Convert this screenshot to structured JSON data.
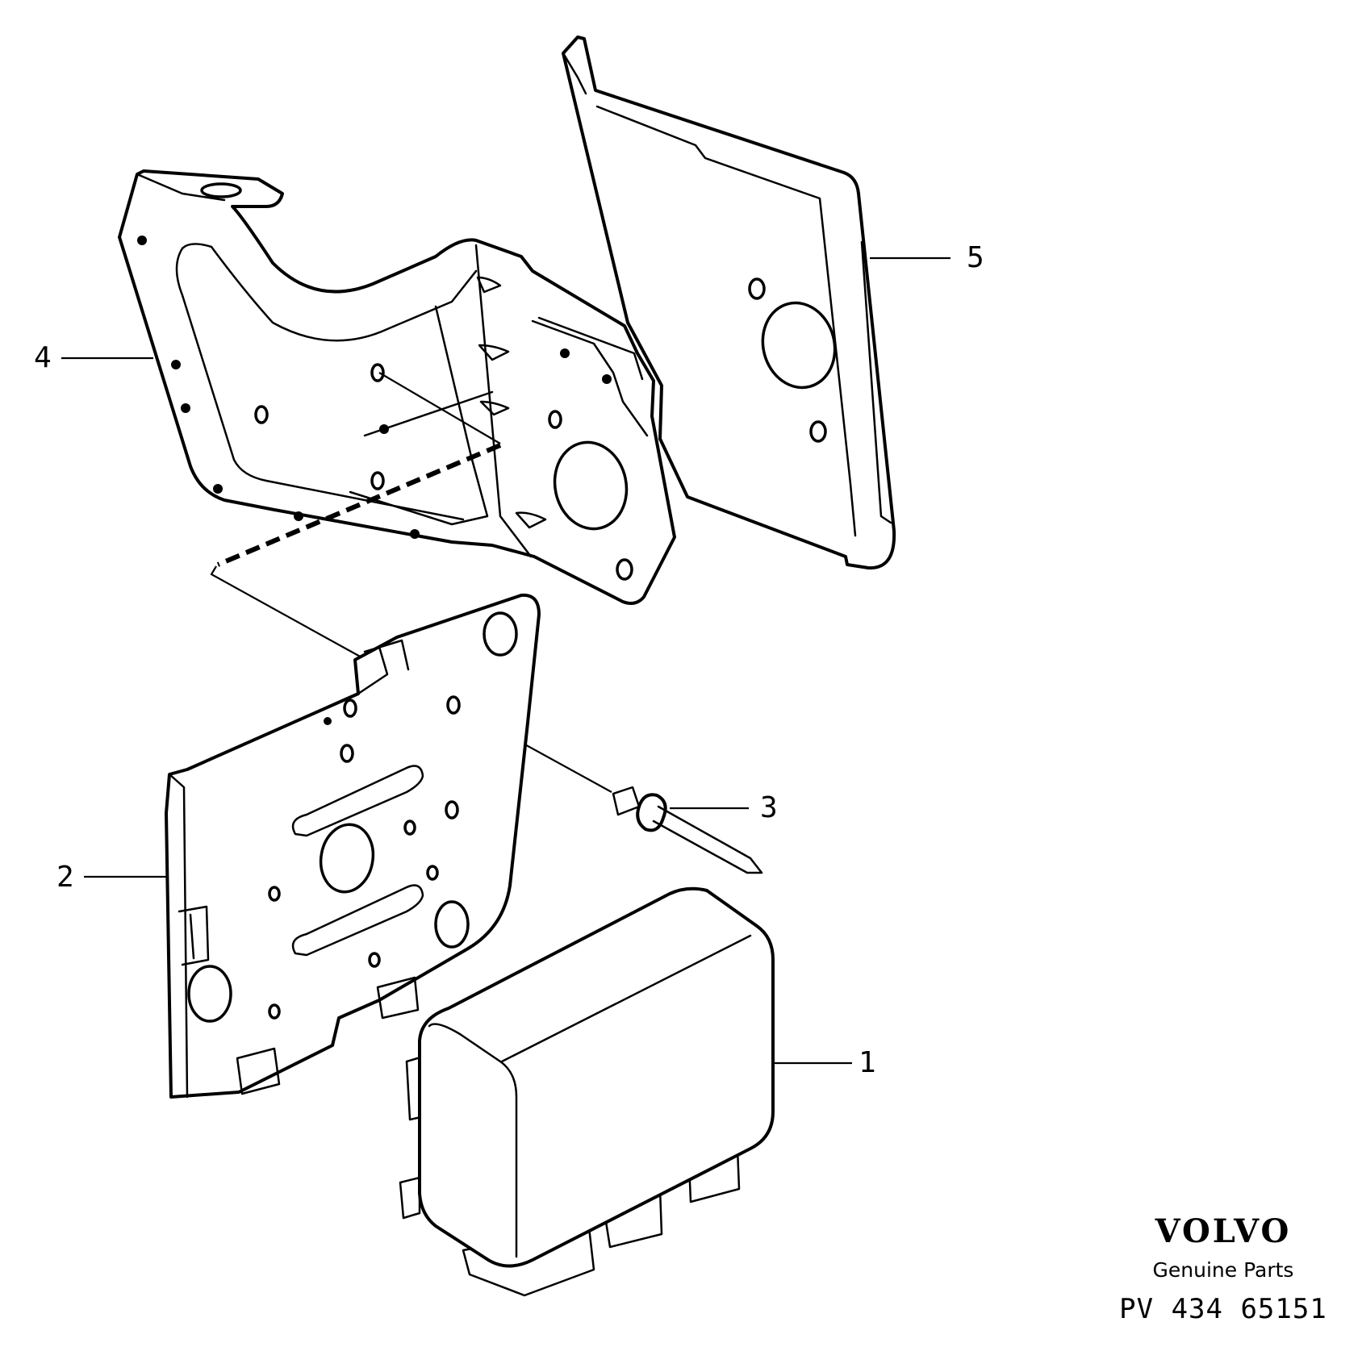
{
  "diagram": {
    "callouts": [
      "1",
      "2",
      "3",
      "4",
      "5"
    ],
    "parts": [
      {
        "ref": "1",
        "kind": "control-unit"
      },
      {
        "ref": "2",
        "kind": "mounting-plate"
      },
      {
        "ref": "3",
        "kind": "rivet"
      },
      {
        "ref": "4",
        "kind": "bracket"
      },
      {
        "ref": "5",
        "kind": "cover-plate"
      }
    ]
  },
  "brand": {
    "name": "VOLVO",
    "tagline": "Genuine Parts",
    "code": "PV 434 65151"
  }
}
